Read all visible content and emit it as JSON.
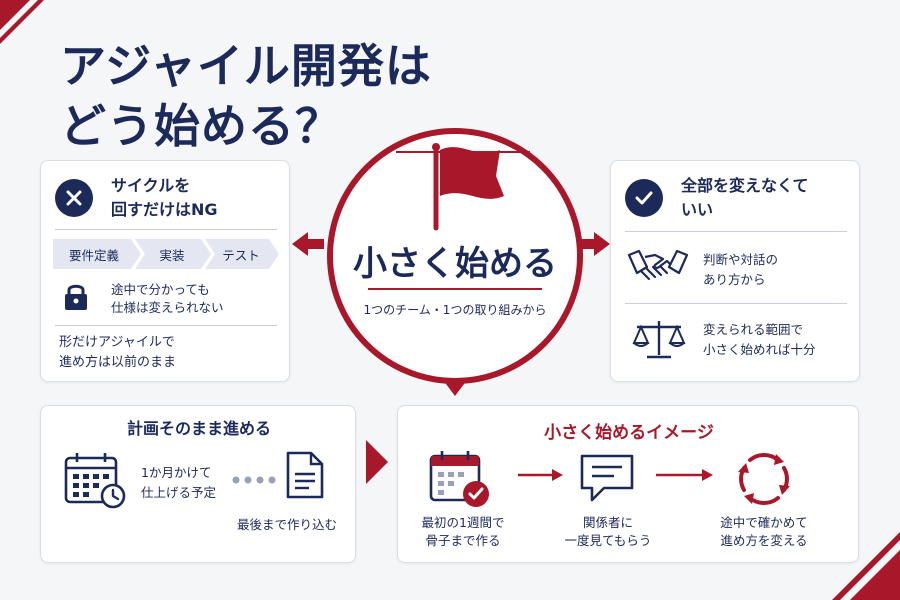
{
  "title": {
    "line1": "アジャイル開発は",
    "line2": "どう始める？"
  },
  "center": {
    "title": "小さく始める",
    "subtitle": "1つのチーム・1つの取り組みから"
  },
  "left_card": {
    "heading_line1": "サイクルを",
    "heading_line2": "回すだけはNG",
    "steps": [
      "要件定義",
      "実装",
      "テスト"
    ],
    "lock_line1": "途中で分かっても",
    "lock_line2": "仕様は変えられない",
    "bottom_line1": "形だけアジャイルで",
    "bottom_line2": "進め方は以前のまま"
  },
  "right_card": {
    "heading_line1": "全部を変えなくて",
    "heading_line2": "いい",
    "item1_line1": "判断や対話の",
    "item1_line2": "あり方から",
    "item2_line1": "変えられる範囲で",
    "item2_line2": "小さく始めれば十分"
  },
  "bottom_left": {
    "title": "計画そのまま進める",
    "plan_line1": "1か月かけて",
    "plan_line2": "仕上げる予定",
    "doc_label": "最後まで作り込む"
  },
  "bottom_right": {
    "title": "小さく始めるイメージ",
    "step1_line1": "最初の1週間で",
    "step1_line2": "骨子まで作る",
    "step2_line1": "関係者に",
    "step2_line2": "一度見てもらう",
    "step3_line1": "途中で確かめて",
    "step3_line2": "進め方を変える"
  },
  "colors": {
    "navy": "#1c2a5a",
    "red": "#a8182a",
    "step_bg": "#e4e6f2"
  },
  "icons": [
    "x-icon",
    "lock-icon",
    "check-icon",
    "handshake-icon",
    "scale-icon",
    "flag-icon",
    "calendar-clock-icon",
    "document-icon",
    "calendar-check-icon",
    "chat-icon",
    "cycle-arrows-icon"
  ]
}
